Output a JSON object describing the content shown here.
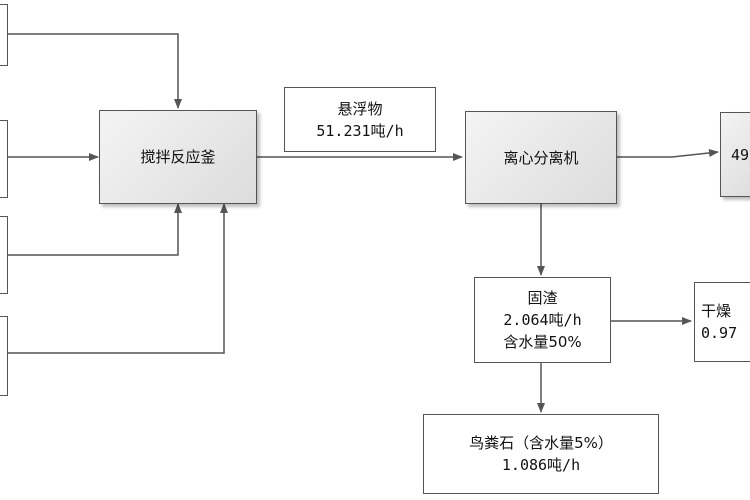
{
  "nodes": {
    "reactor": {
      "label": "搅拌反应釜"
    },
    "suspension": {
      "line1": "悬浮物",
      "line2": "51.231吨/h"
    },
    "centrifuge": {
      "label": "离心分离机"
    },
    "right_top": {
      "label": "49"
    },
    "solid_residue": {
      "line1": "固渣",
      "line2": "2.064吨/h",
      "line3": "含水量50%"
    },
    "dryer": {
      "line1": "干燥",
      "line2": "0.97"
    },
    "guano": {
      "line1": "鸟粪石（含水量5%）",
      "line2": "1.086吨/h"
    }
  },
  "colors": {
    "line": "#555555",
    "box_border": "#555555",
    "shade_start": "#f4f4f4",
    "shade_end": "#dcdcdc"
  }
}
